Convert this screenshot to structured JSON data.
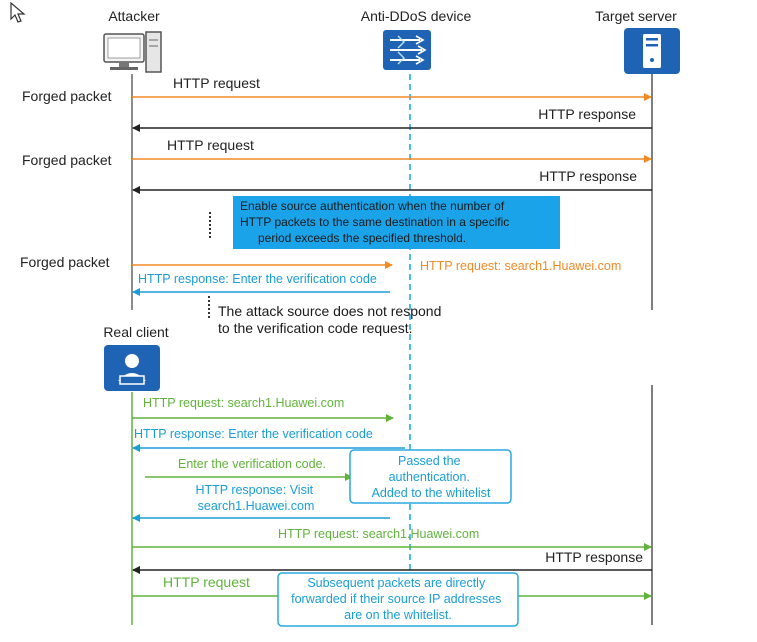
{
  "colors": {
    "attack": "#f08a24",
    "response": "#222222",
    "verify": "#1a9ed6",
    "client": "#61b33b",
    "device": "#1f63b4",
    "lifeline": "#555555",
    "note_fill": "#1aa3e8",
    "annotation_border": "#2aa8e0"
  },
  "participants": {
    "attacker": "Attacker",
    "device": "Anti-DDoS device",
    "server": "Target server",
    "client": "Real client"
  },
  "icons": {
    "attacker": "computer-icon",
    "device": "firewall-device-icon",
    "server": "server-icon",
    "client": "user-icon",
    "cursor": "cursor-icon"
  },
  "labels": {
    "forged1": "Forged packet",
    "forged2": "Forged packet",
    "forged3": "Forged packet",
    "http_request": "HTTP request",
    "http_response": "HTTP response",
    "http_request_search": "HTTP request: search1.Huawei.com",
    "http_response_verify": "HTTP response: Enter the verification code",
    "enter_code": "Enter the verification code.",
    "http_response_visit_1": "HTTP response: Visit",
    "http_response_visit_2": "search1.Huawei.com"
  },
  "notes": {
    "threshold": [
      "Enable source authentication when the number of",
      "HTTP packets to the same destination in a specific",
      "period exceeds the specified threshold."
    ],
    "no_respond": [
      "The attack source does not respond",
      "to the verification code request."
    ],
    "passed": [
      "Passed the",
      "authentication.",
      "Added to the whitelist"
    ],
    "subsequent": [
      "Subsequent packets are directly",
      "forwarded if their source IP addresses",
      "are on the whitelist."
    ]
  }
}
